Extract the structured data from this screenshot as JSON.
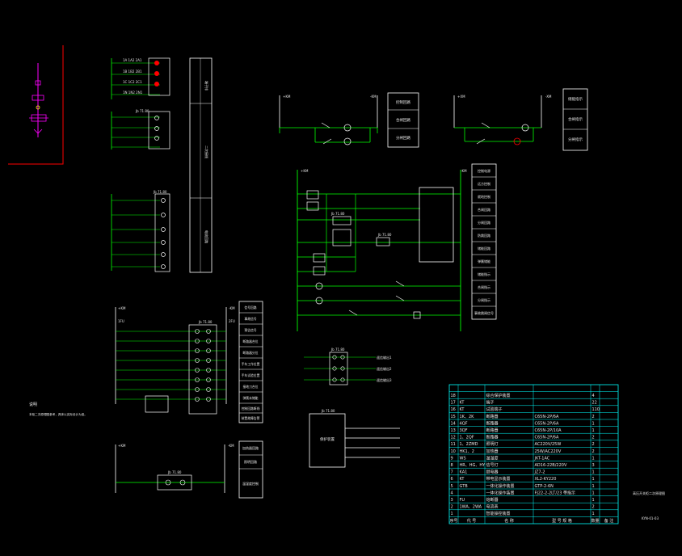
{
  "note": {
    "title": "说明",
    "text": "本柜二次原理图参考，具体以实际设计为准。"
  },
  "drawing_no": "KYN-01-03",
  "drawing_title": "高压开关柜二次原理图",
  "module_labels": {
    "m1": "Jb 71.80",
    "m2": "Jb 71.80",
    "m3": "Jb 71.80",
    "m4": "Jb 71.80",
    "m5": "Jb 71.80",
    "m6": "Jb 71.80",
    "m7": "Jb 71.80",
    "m8": "Jb 71.80"
  },
  "bus_labels": {
    "ctrl_pos": "+KM",
    "ctrl_neg": "-KM",
    "sig_pos": "+XM",
    "sig_neg": "-XM",
    "rel_pos": "+KM",
    "rel_neg": "-KM",
    "left_pos": "+KM",
    "left_neg": "-KM",
    "bot_pos": "+KM",
    "bot_neg": "-KM",
    "fu1": "1FU",
    "fu2": "2FU"
  },
  "protection_block_label": "保护装置",
  "box_control_top": [
    "控制回路",
    "合闸回路",
    "分闸回路"
  ],
  "box_signal_top": [
    "储能指示",
    "合闸指示",
    "分闸指示"
  ],
  "box_main": [
    "控制电源",
    "远方控制",
    "就地控制",
    "合闸回路",
    "分闸回路",
    "防跳回路",
    "储能回路",
    "弹簧储能",
    "储能指示",
    "合闸指示",
    "分闸指示",
    "事故跳闸信号"
  ],
  "box_left": [
    "信号回路",
    "事故信号",
    "预告信号",
    "断路器合位",
    "断路器分位",
    "手车工作位置",
    "手车试验位置",
    "接地刀合位",
    "弹簧未储能",
    "控制回路断线",
    "装置故障告警"
  ],
  "box_bottom": [
    "加热器回路",
    "照明回路",
    "温湿度控制"
  ],
  "small_outputs": [
    "遥信输出1",
    "遥信输出2",
    "遥信输出3"
  ],
  "vertical_strip_labels": [
    "端子排",
    "二次接线",
    "电流回路"
  ],
  "bom": {
    "headers": [
      "序号",
      "代 号",
      "名 称",
      "型 号 规 格",
      "数量",
      "备 注"
    ],
    "rows": [
      [
        "18",
        "",
        "综合保护装置",
        "",
        "4",
        ""
      ],
      [
        "17",
        "KT",
        "端子",
        "",
        "22",
        ""
      ],
      [
        "16",
        "KT",
        "试验端子",
        "",
        "110",
        ""
      ],
      [
        "15",
        "1K、2K",
        "断路器",
        "C65N-2P/6A",
        "2",
        ""
      ],
      [
        "14",
        "4QF",
        "断路器",
        "C65N-2P/6A",
        "1",
        ""
      ],
      [
        "13",
        "3QF",
        "断路器",
        "C65N-2P/10A",
        "1",
        ""
      ],
      [
        "12",
        "1、2QF",
        "断路器",
        "C65N-2P/6A",
        "2",
        ""
      ],
      [
        "11",
        "1、2ZMD",
        "照明灯",
        "AC220V/25W",
        "2",
        ""
      ],
      [
        "10",
        "HK1、2",
        "加热器",
        "25W/AC220V",
        "2",
        ""
      ],
      [
        "9",
        "WS",
        "温湿度",
        "JKT-1AC",
        "1",
        ""
      ],
      [
        "8",
        "HR、HG、HY",
        "信号灯",
        "AD16-22B/220V",
        "3",
        ""
      ],
      [
        "7",
        "KA1",
        "继电器",
        "JZ7-2",
        "1",
        ""
      ],
      [
        "6",
        "KT",
        "带电显示装置",
        "XL2-KY220",
        "1",
        ""
      ],
      [
        "5",
        "GTB",
        "一体化操作装置",
        "GTP-2-6N",
        "1",
        ""
      ],
      [
        "4",
        "",
        "一体化操作装置",
        "FJ22-2-2LT/23 带指示",
        "1",
        ""
      ],
      [
        "3",
        "FU",
        "熔断器",
        "",
        "1",
        ""
      ],
      [
        "2",
        "1WA、2WA",
        "电流表",
        "",
        "2",
        ""
      ],
      [
        "1",
        "",
        "智能操控装置",
        "",
        "1",
        ""
      ]
    ]
  },
  "colors": {
    "background": "#000000",
    "wire": "#00ff00",
    "frame": "#ffffff",
    "table": "#00ffff",
    "magenta": "#ff00ff",
    "red": "#ff0000",
    "yellow": "#ffff00"
  }
}
